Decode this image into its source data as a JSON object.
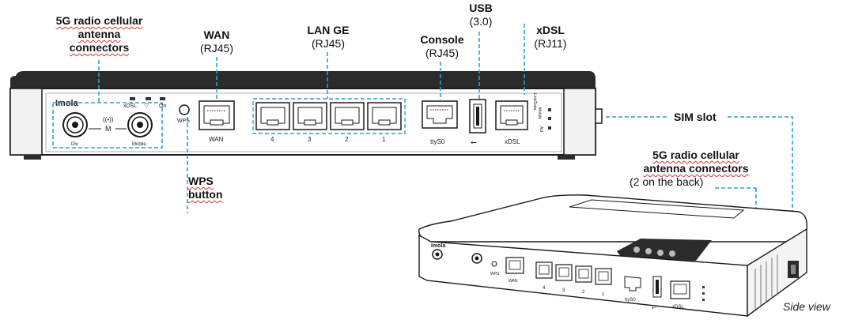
{
  "callouts": {
    "antenna_top": {
      "line1": "5G radio cellular",
      "line2": "antenna",
      "line3": "connectors"
    },
    "wan": {
      "title": "WAN",
      "sub": "(RJ45)"
    },
    "lan": {
      "title": "LAN GE",
      "sub": "(RJ45)"
    },
    "console": {
      "title": "Console",
      "sub": "(RJ45)"
    },
    "usb": {
      "title": "USB",
      "sub": "(3.0)"
    },
    "xdsl": {
      "title": "xDSL",
      "sub": "(RJ11)"
    },
    "wps": {
      "line1": "WPS",
      "line2": "button"
    },
    "sim": {
      "title": "SIM slot"
    },
    "antenna_side": {
      "line1": "5G radio cellular",
      "line2": "antenna connectors",
      "sub": "(2 on the back)"
    }
  },
  "device_front": {
    "brand": "Imola",
    "led_labels": [
      "xDSL",
      "On"
    ],
    "center_label": "M",
    "antenna_labels": [
      "Div",
      "Mobile"
    ],
    "wps_label": "WPS",
    "wan_label": "WAN",
    "lan_ports": [
      "4",
      "3",
      "2",
      "1"
    ],
    "console_label": "ttyS0",
    "xdsl_label": "xDSL",
    "xdsl_leds": [
      "Mobile",
      "Link/Data",
      "Act"
    ]
  },
  "device_side": {
    "brand": "Imola",
    "wan_label": "WAN",
    "wps_label": "WPS",
    "lan_ports": [
      "4",
      "3",
      "2",
      "1"
    ],
    "console_label": "ttyS0",
    "xdsl_label": "xDSL",
    "caption": "Side view"
  },
  "colors": {
    "dash_line": "#2a9fd6",
    "device_body": "#ffffff",
    "device_outline": "#1a1a1a",
    "device_top": "#2b2b2b"
  }
}
